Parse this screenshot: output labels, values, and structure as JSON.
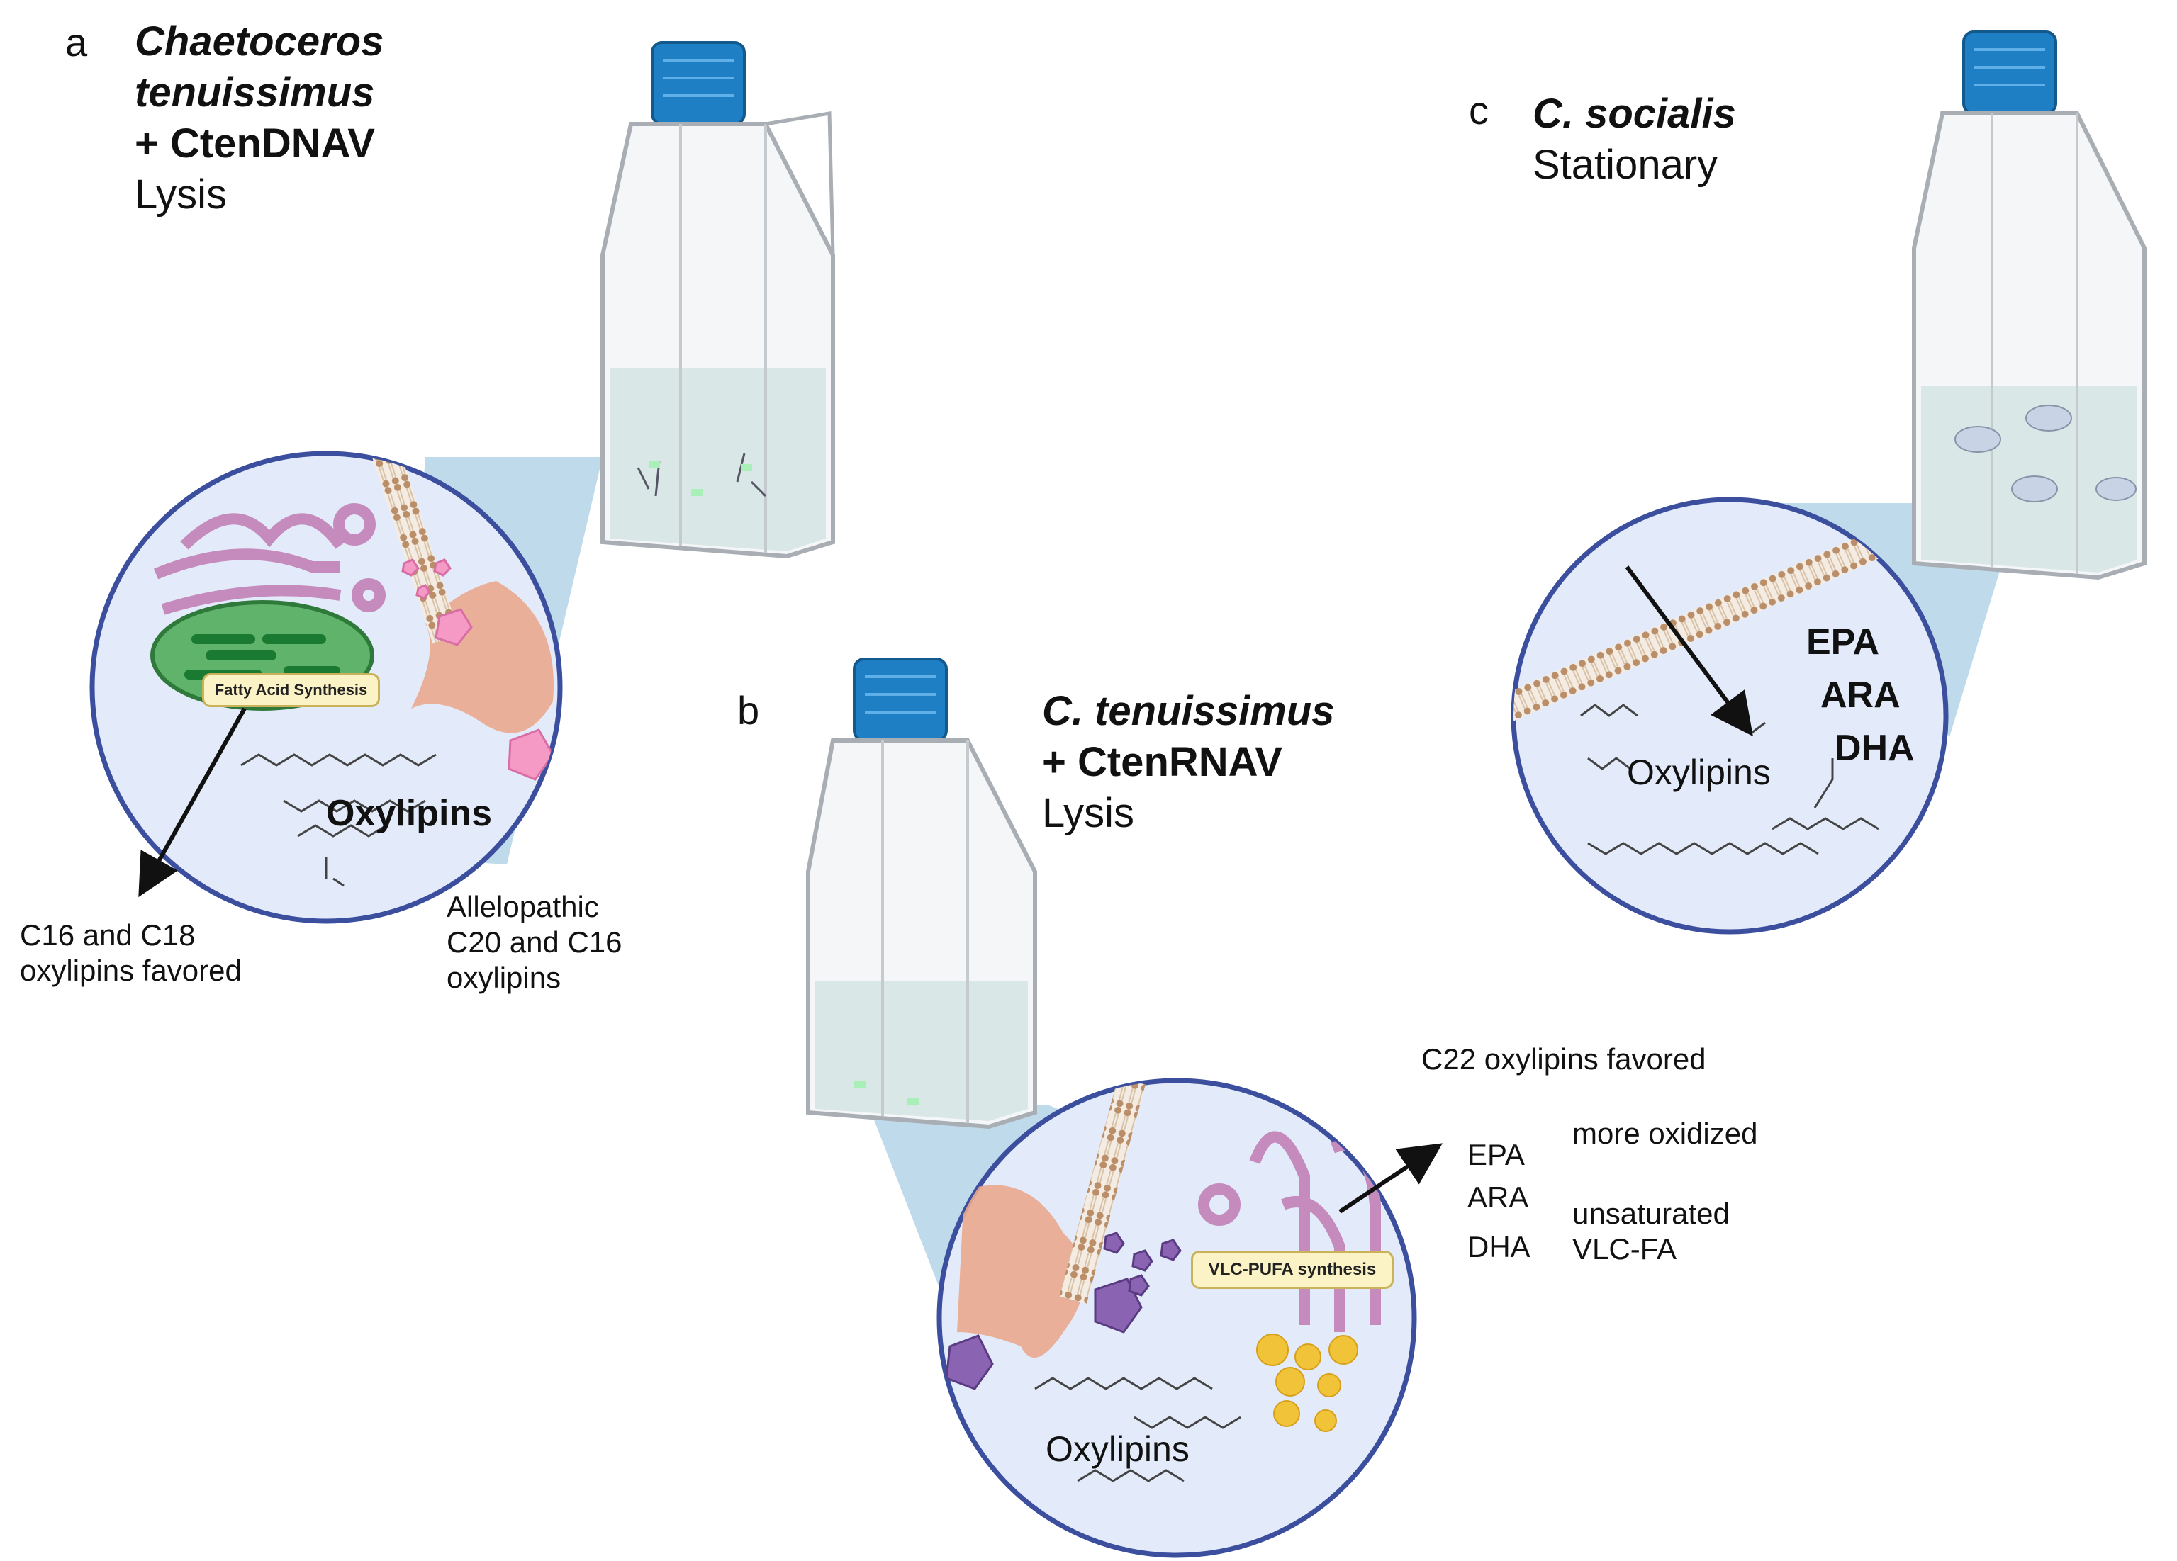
{
  "panel_a": {
    "letter": "a",
    "title_line1": "Chaetoceros",
    "title_line2": "tenuissimus",
    "title_line3": "+ CtenDNAV",
    "state": "Lysis",
    "tag": "Fatty Acid Synthesis",
    "circle_label": "Oxylipins",
    "note_left_line1": "C16 and C18",
    "note_left_line2": "oxylipins favored",
    "note_right_line1": "Allelopathic",
    "note_right_line2": "C20 and C16",
    "note_right_line3": "oxylipins"
  },
  "panel_b": {
    "letter": "b",
    "title_line1": "C. tenuissimus",
    "title_line2": "+ CtenRNAV",
    "state": "Lysis",
    "tag": "VLC-PUFA synthesis",
    "circle_label": "Oxylipins",
    "favored": "C22 oxylipins favored",
    "fatty_acids": [
      "EPA",
      "ARA",
      "DHA"
    ],
    "more_oxidized": "more oxidized",
    "unsat_line1": "unsaturated",
    "unsat_line2": "VLC-FA"
  },
  "panel_c": {
    "letter": "c",
    "title_line1": "C. socialis",
    "state": "Stationary",
    "circle_label": "Oxylipins",
    "fatty_acids": [
      "EPA",
      "ARA",
      "DHA"
    ]
  },
  "colors": {
    "cap": "#1f7fc4",
    "circle_fill": "#e3ebfb",
    "circle_border": "#3b4f9e",
    "zoom_cone": "#a9cde3",
    "liquid": "#d7e6e4",
    "golgi": "#c58bbd",
    "chloroplast": "#5fb36a",
    "host_cell": "#e9a98e",
    "dna_virus": "#f59ac4",
    "rna_virus": "#8a63b2",
    "lipid_droplet": "#f2c12e"
  }
}
